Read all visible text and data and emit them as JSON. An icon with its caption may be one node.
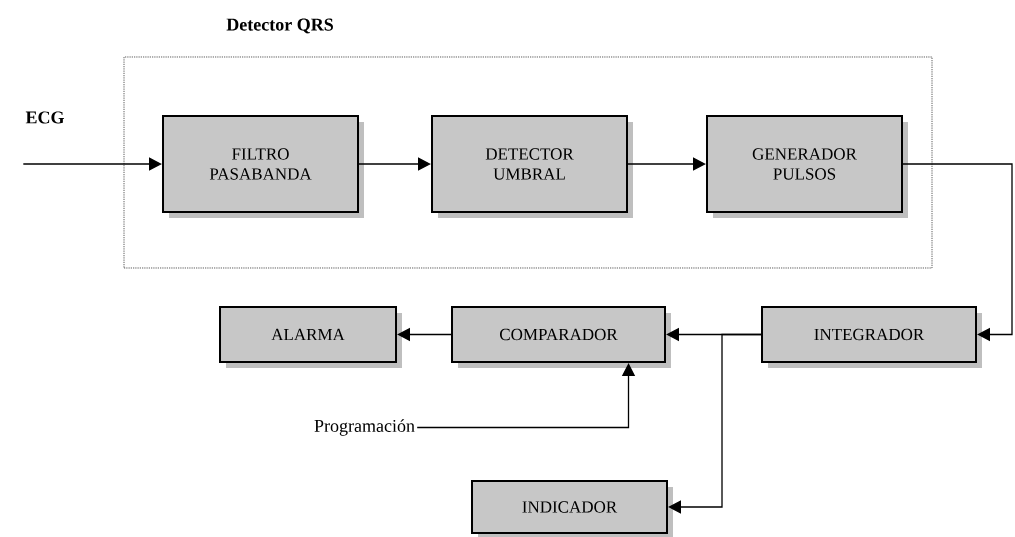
{
  "diagram": {
    "nodes": [
      {
        "text": [
          "Detector QRS"
        ]
      },
      {
        "text": [
          "ECG"
        ]
      },
      {
        "text": [
          "FILTRO PASABANDA"
        ],
        "in": 0
      },
      {
        "text": [
          "DETECTOR UMBRAL"
        ],
        "in": 0
      },
      {
        "text": [
          "GENERADOR PULSOS"
        ],
        "in": 0
      },
      {
        "text": [
          "ALARMA"
        ]
      },
      {
        "text": [
          "COMPARADOR"
        ]
      },
      {
        "text": [
          "INTEGRADOR"
        ]
      },
      {
        "text": [
          "Programación"
        ]
      },
      {
        "text": [
          "INDICADOR"
        ]
      }
    ],
    "edges": [
      {
        "from": 1,
        "to": 2,
        "arrow": "to"
      },
      {
        "from": 2,
        "to": 3,
        "arrow": "to"
      },
      {
        "from": 3,
        "to": 4,
        "arrow": "to"
      },
      {
        "from": 4,
        "to": 7,
        "arrow": "to"
      },
      {
        "from": 7,
        "to": 6,
        "arrow": "to"
      },
      {
        "from": 7,
        "to": 9,
        "arrow": "to"
      },
      {
        "from": 6,
        "to": 5,
        "arrow": "to"
      },
      {
        "from": 8,
        "to": 6,
        "arrow": "to"
      }
    ]
  }
}
